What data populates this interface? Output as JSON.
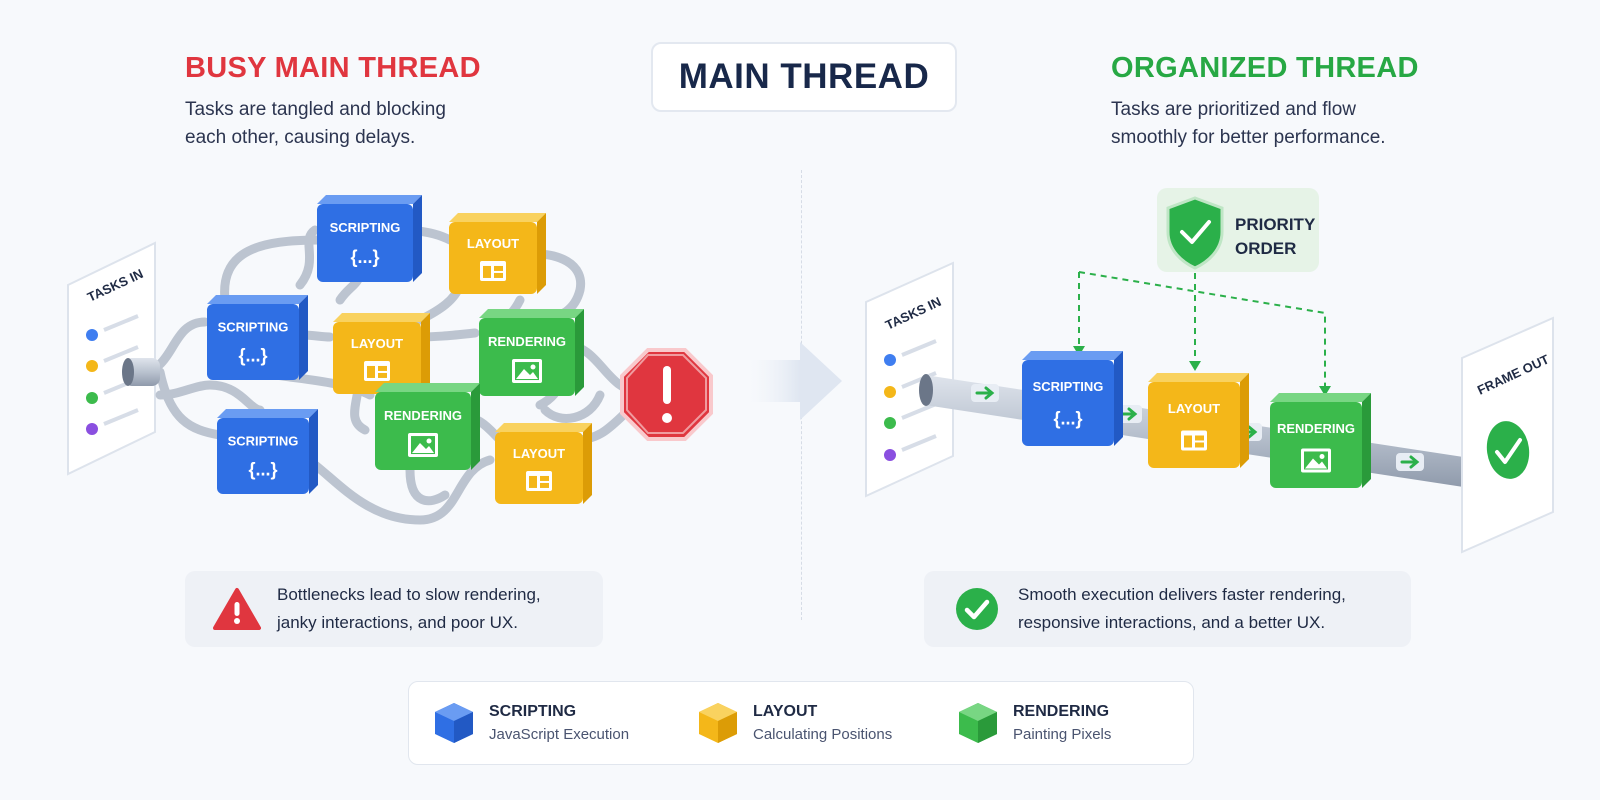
{
  "header": {
    "title": "MAIN THREAD"
  },
  "left": {
    "heading": "BUSY MAIN THREAD",
    "heading_color": "#e0363f",
    "description_line1": "Tasks are tangled and blocking",
    "description_line2": "each other, causing delays.",
    "tasks_in_label": "TASKS IN",
    "blocks": [
      {
        "label": "SCRIPTING",
        "glyph": "{...}",
        "kind": "scripting"
      },
      {
        "label": "LAYOUT",
        "glyph": "layout-icon",
        "kind": "layout"
      },
      {
        "label": "SCRIPTING",
        "glyph": "{...}",
        "kind": "scripting"
      },
      {
        "label": "LAYOUT",
        "glyph": "layout-icon",
        "kind": "layout"
      },
      {
        "label": "RENDERING",
        "glyph": "image-icon",
        "kind": "rendering"
      },
      {
        "label": "RENDERING",
        "glyph": "image-icon",
        "kind": "rendering"
      },
      {
        "label": "SCRIPTING",
        "glyph": "{...}",
        "kind": "scripting"
      },
      {
        "label": "LAYOUT",
        "glyph": "layout-icon",
        "kind": "layout"
      }
    ],
    "callout_line1": "Bottlenecks lead to slow rendering,",
    "callout_line2": "janky interactions, and poor UX."
  },
  "right": {
    "heading": "ORGANIZED THREAD",
    "heading_color": "#27a844",
    "description_line1": "Tasks are prioritized and flow",
    "description_line2": "smoothly for better performance.",
    "tasks_in_label": "TASKS IN",
    "priority_line1": "PRIORITY",
    "priority_line2": "ORDER",
    "blocks": [
      {
        "label": "SCRIPTING",
        "glyph": "{...}",
        "kind": "scripting"
      },
      {
        "label": "LAYOUT",
        "glyph": "layout-icon",
        "kind": "layout"
      },
      {
        "label": "RENDERING",
        "glyph": "image-icon",
        "kind": "rendering"
      }
    ],
    "frame_out_label": "FRAME OUT",
    "callout_line1": "Smooth execution delivers faster rendering,",
    "callout_line2": "responsive interactions, and a better UX."
  },
  "legend": [
    {
      "name": "SCRIPTING",
      "desc": "JavaScript Execution",
      "color": "#2f6fe4"
    },
    {
      "name": "LAYOUT",
      "desc": "Calculating Positions",
      "color": "#f4b719"
    },
    {
      "name": "RENDERING",
      "desc": "Painting Pixels",
      "color": "#3cbb4c"
    }
  ],
  "colors": {
    "scripting": "#2f6fe4",
    "layout": "#f4b719",
    "rendering": "#3cbb4c",
    "error": "#e0363f",
    "success": "#27a844",
    "pipe": "#b7c0cd"
  },
  "dot_colors": [
    "#3f7ef0",
    "#f4b719",
    "#3cbb4c",
    "#8a4fe0"
  ]
}
